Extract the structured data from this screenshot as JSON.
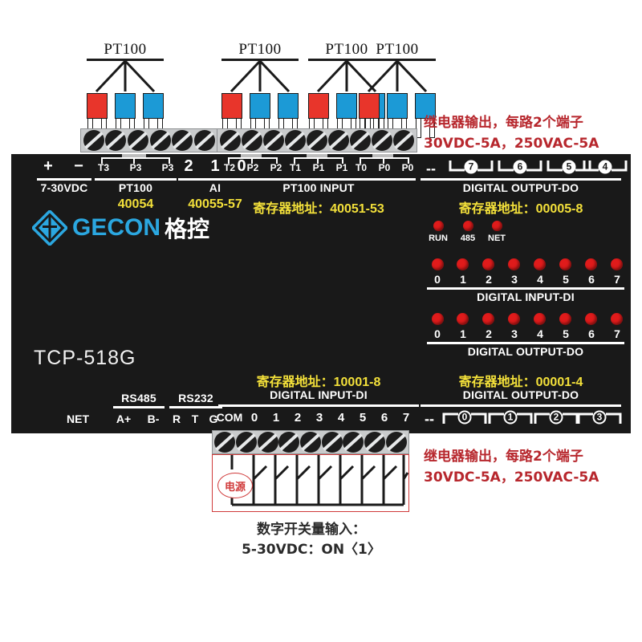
{
  "device": {
    "model": "TCP-518G",
    "brand_latin": "GECON",
    "brand_cn": "格控",
    "colors": {
      "panel": "#191919",
      "register_yellow": "#f3e03a",
      "led_red": "#e01b1b",
      "annotation_red": "#b7272d",
      "logo_blue": "#2ba7e0",
      "plug_red": "#e8352b",
      "plug_blue": "#1c9ad6"
    }
  },
  "sensors": {
    "label": "PT100",
    "left_group_count": 1,
    "right_group_count": 3,
    "plug_colors": [
      "red",
      "blue",
      "blue"
    ]
  },
  "top_terminals": {
    "power": {
      "pins": [
        "+",
        "−"
      ],
      "group_label": "7-30VDC"
    },
    "pt100_ch3": {
      "pins": [
        "T3",
        "P3",
        "P3"
      ],
      "group_label": "PT100",
      "register": "40054"
    },
    "ai": {
      "pins": [
        "2",
        "1",
        "0"
      ],
      "group_label": "AI",
      "register": "40055-57"
    },
    "pt100_input": {
      "pins": [
        "T2",
        "P2",
        "P2",
        "T1",
        "P1",
        "P1",
        "T0",
        "P0",
        "P0"
      ],
      "group_label": "PT100 INPUT",
      "register": "寄存器地址：40051-53"
    },
    "digital_output": {
      "dash": "--",
      "relays": [
        "7",
        "6",
        "5",
        "4"
      ],
      "group_label": "DIGITAL OUTPUT-DO",
      "register": "寄存器地址：00005-8"
    }
  },
  "bottom_terminals": {
    "net": {
      "label": "NET"
    },
    "rs485": {
      "pins": [
        "A+",
        "B-"
      ],
      "group_label": "RS485"
    },
    "rs232": {
      "pins": [
        "R",
        "T",
        "G"
      ],
      "group_label": "RS232"
    },
    "digital_input": {
      "pins": [
        "COM",
        "0",
        "1",
        "2",
        "3",
        "4",
        "5",
        "6",
        "7"
      ],
      "group_label": "DIGITAL INPUT-DI",
      "register": "寄存器地址：10001-8"
    },
    "digital_output": {
      "dash": "--",
      "relays": [
        "0",
        "1",
        "2",
        "3"
      ],
      "group_label": "DIGITAL OUTPUT-DO",
      "register": "寄存器地址：00001-4"
    }
  },
  "status_leds": [
    {
      "label": "RUN"
    },
    {
      "label": "485"
    },
    {
      "label": "NET"
    }
  ],
  "led_banks": [
    {
      "name": "digital-input",
      "group_label": "DIGITAL INPUT-DI",
      "numbers": [
        "0",
        "1",
        "2",
        "3",
        "4",
        "5",
        "6",
        "7"
      ]
    },
    {
      "name": "digital-output",
      "group_label": "DIGITAL OUTPUT-DO",
      "numbers": [
        "0",
        "1",
        "2",
        "3",
        "4",
        "5",
        "6",
        "7"
      ]
    }
  ],
  "annotations": {
    "relay_top_line1": "继电器输出，每路2个端子",
    "relay_top_line2": "30VDC-5A，250VAC-5A",
    "relay_bottom_line1": "继电器输出，每路2个端子",
    "relay_bottom_line2": "30VDC-5A，250VAC-5A",
    "switch_input_line1": "数字开关量输入：",
    "switch_input_line2": "5-30VDC：ON〈1〉",
    "power_circle": "电源"
  },
  "screw_strips": {
    "top_left_count": 6,
    "top_right_count": 9,
    "bottom_count": 9
  }
}
